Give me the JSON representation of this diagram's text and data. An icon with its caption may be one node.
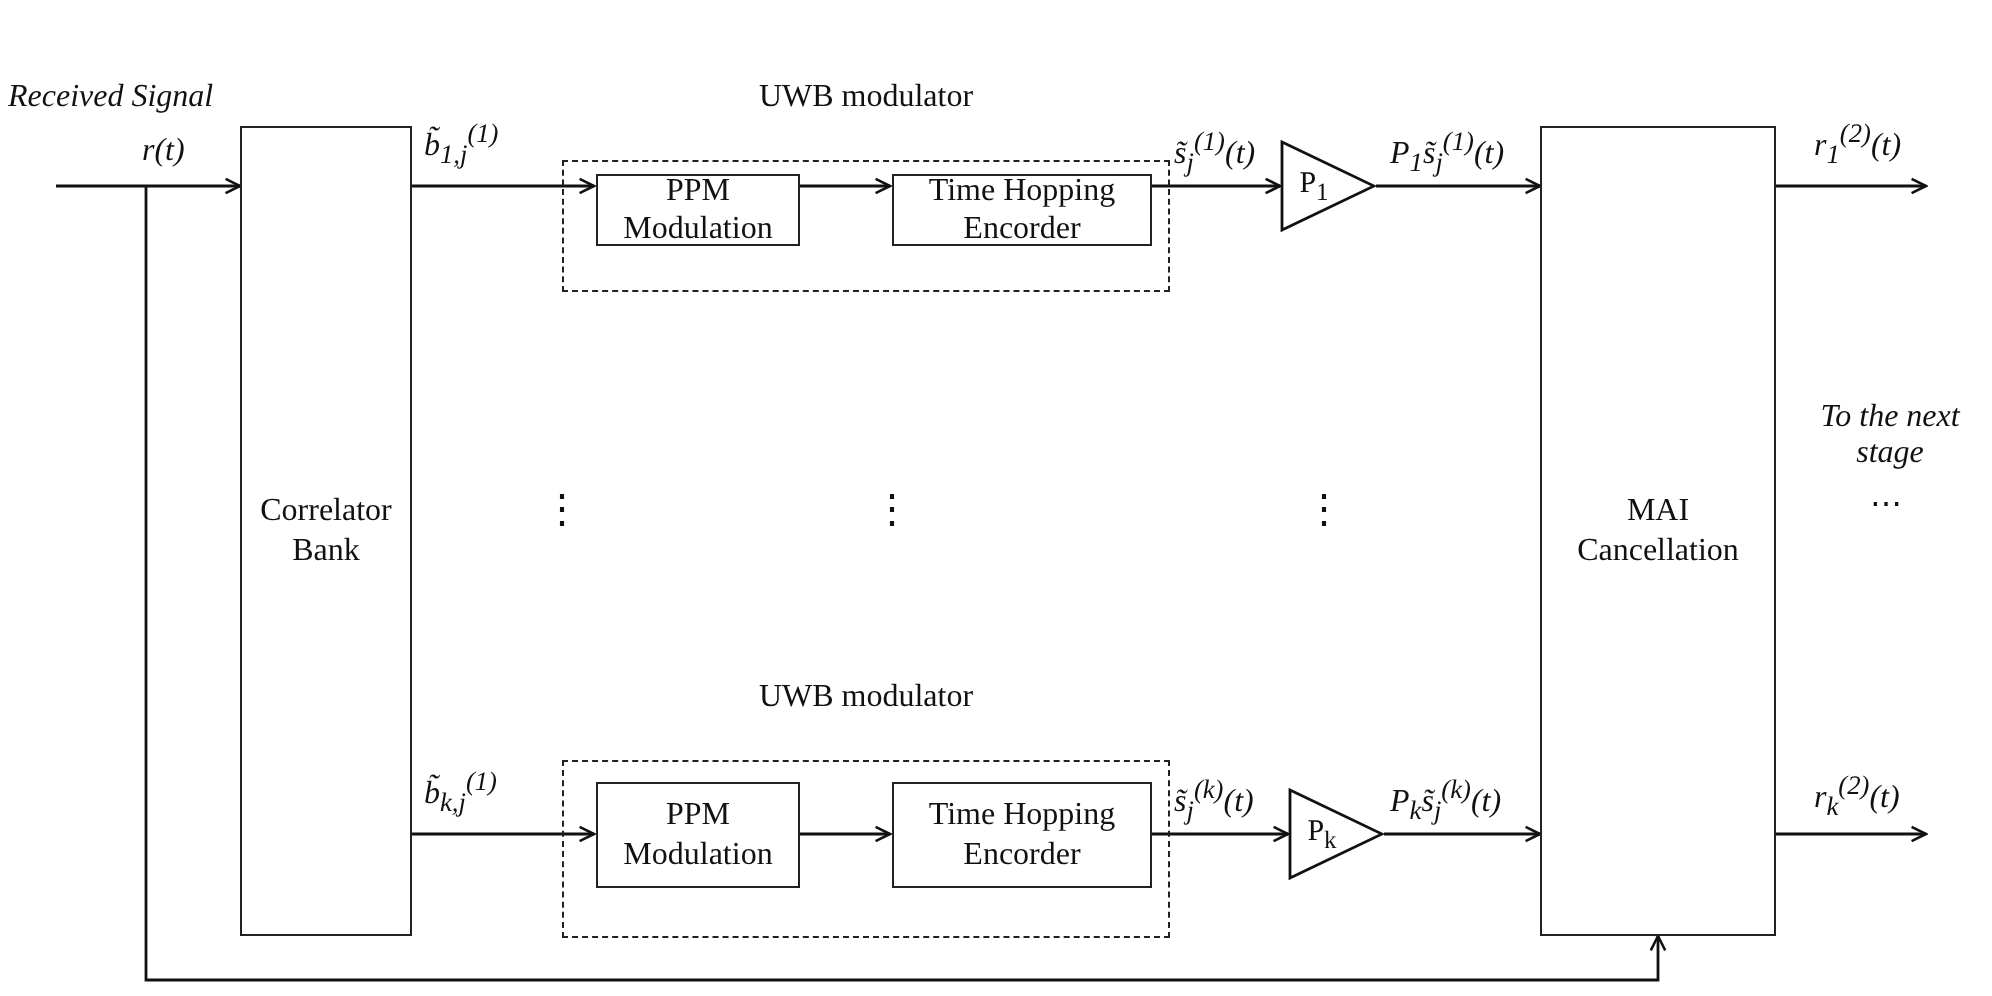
{
  "diagram": {
    "nodes": [
      {
        "text": [
          "Correlator Bank"
        ]
      },
      {
        "text": [
          "UWB modulator"
        ]
      },
      {
        "text": [
          "PPM Modulation"
        ],
        "in": 1
      },
      {
        "text": [
          "Time Hopping Encorder"
        ],
        "in": 1
      },
      {
        "text": [
          "P$_{1}$"
        ]
      },
      {
        "text": [
          "UWB modulator"
        ]
      },
      {
        "text": [
          "PPM Modulation"
        ],
        "in": 5
      },
      {
        "text": [
          "Time Hopping Encorder"
        ],
        "in": 5
      },
      {
        "text": [
          "P$_{k}$"
        ]
      },
      {
        "text": [
          "MAI Cancellation"
        ]
      }
    ],
    "edges": [
      {
        "from": null,
        "to": 0,
        "arrow": "to",
        "label": "r(t)"
      },
      {
        "from": null,
        "to": 9,
        "arrow": "to"
      },
      {
        "from": 0,
        "to": 2,
        "arrow": "to",
        "label": "b̃$_{1,j}$$^{(1)}$"
      },
      {
        "from": 2,
        "to": 3,
        "arrow": "to"
      },
      {
        "from": 3,
        "to": 4,
        "arrow": "to",
        "label": "s̃$_{j}$$^{(1)}$(t)"
      },
      {
        "from": 4,
        "to": 9,
        "arrow": "to",
        "label": "P$_{1}$s̃$_{j}$$^{(1)}$(t)"
      },
      {
        "from": 9,
        "to": null,
        "arrow": "to",
        "label": "r$_{1}$$^{(2)}$(t)"
      },
      {
        "from": 0,
        "to": 6,
        "arrow": "to",
        "label": "b̃$_{k,j}$$^{(1)}$"
      },
      {
        "from": 6,
        "to": 7,
        "arrow": "to"
      },
      {
        "from": 7,
        "to": 8,
        "arrow": "to",
        "label": "s̃$_{j}$$^{(k)}$(t)"
      },
      {
        "from": 8,
        "to": 9,
        "arrow": "to",
        "label": "P$_{k}$s̃$_{j}$$^{(k)}$(t)"
      },
      {
        "from": 9,
        "to": null,
        "arrow": "to",
        "label": "r$_{k}$$^{(2)}$(t)"
      }
    ],
    "labels": [
      "Received Signal",
      "⋮",
      "⋮",
      "⋮",
      "To the next stage",
      "⋯"
    ]
  }
}
